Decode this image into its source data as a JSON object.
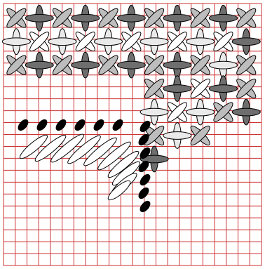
{
  "pattern": {
    "grid": {
      "columns": 11,
      "rows": 11,
      "line_color": "#cc3333",
      "background": "#ffffff",
      "border_color": "#555555"
    },
    "colors": {
      "light_gray": "#bdbdbd",
      "dark_gray": "#6e6e6e",
      "off_white": "#eaeaea",
      "white": "#ffffff",
      "black": "#000000",
      "outline": "#000000"
    },
    "legend_note": "",
    "motif_rows": [
      {
        "row": 0,
        "cells": [
          "diag-cross-light",
          "upright-cross-dark",
          "diag-cross-light",
          "upright-cross-dark",
          "diag-cross-light",
          "upright-cross-dark",
          "diag-cross-light",
          "upright-cross-dark",
          "diag-cross-light",
          "upright-cross-dark",
          "diag-cross-light"
        ]
      },
      {
        "row": 1,
        "cells": [
          "upright-cross-offwhite",
          "diag-cross-white",
          "upright-cross-offwhite",
          "diag-cross-white",
          "upright-cross-offwhite",
          "diag-cross-white",
          "upright-cross-offwhite",
          "diag-cross-white",
          "upright-cross-offwhite",
          "diag-cross-white",
          "upright-cross-dark"
        ]
      },
      {
        "row": 2,
        "cells": [
          "diag-cross-light",
          "upright-cross-dark",
          "diag-cross-light",
          "upright-cross-dark",
          "diag-cross-light",
          "upright-cross-dark",
          "diag-cross-light",
          "upright-cross-dark",
          "diag-cross-light",
          "upright-cross-offwhite",
          "diag-cross-light"
        ]
      }
    ]
  }
}
